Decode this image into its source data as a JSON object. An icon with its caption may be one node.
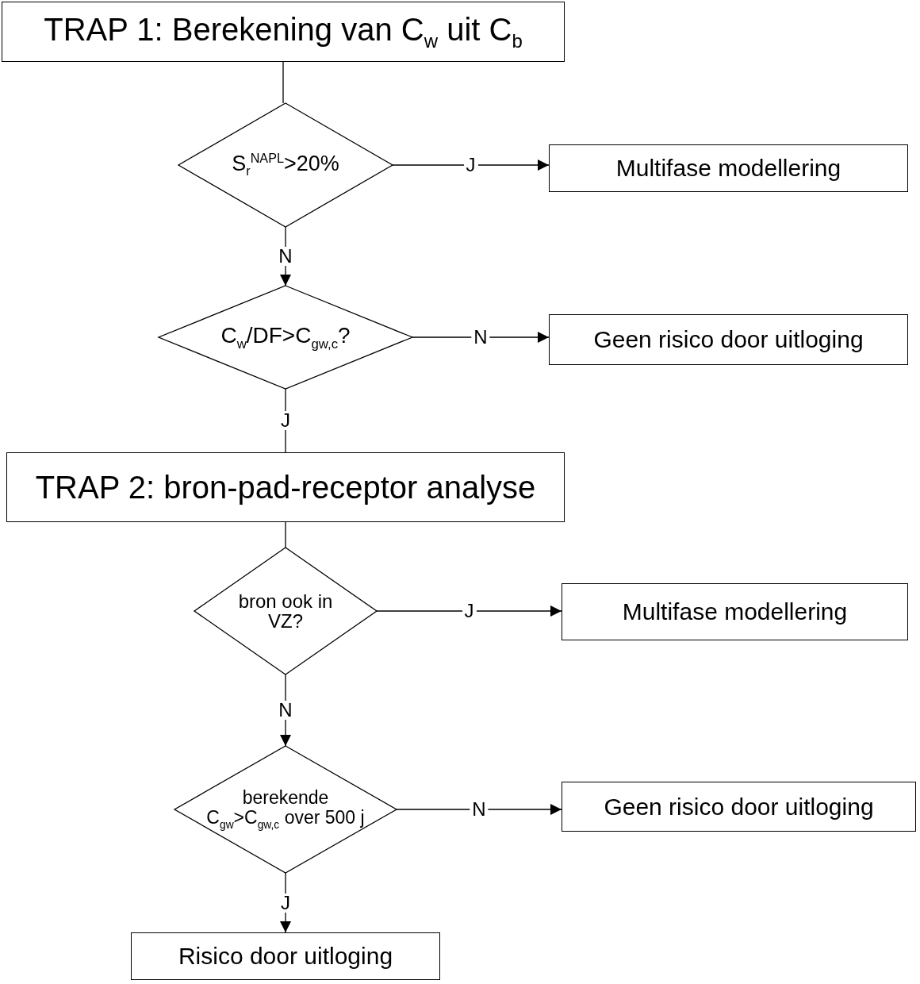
{
  "diagram": {
    "nodes": [
      {
        "text": [
          "TRAP 1: Berekening van C$_{w}$ uit C$_{b}$"
        ]
      },
      {
        "text": [
          "S$_{r}$$^{NAPL}$>20%"
        ]
      },
      {
        "text": [
          "Multifase modellering"
        ]
      },
      {
        "text": [
          "C$_{w}$/DF>C$_{gw,c}$?"
        ]
      },
      {
        "text": [
          "Geen risico door uitloging"
        ]
      },
      {
        "text": [
          "TRAP 2: bron-pad-receptor analyse"
        ]
      },
      {
        "text": [
          "bron ook in VZ?"
        ]
      },
      {
        "text": [
          "Multifase modellering"
        ]
      },
      {
        "text": [
          "berekende C$_{gw}$>C$_{gw,c}$ over 500 j"
        ]
      },
      {
        "text": [
          "Geen risico door uitloging"
        ]
      },
      {
        "text": [
          "Risico door uitloging"
        ]
      }
    ],
    "edges": [
      {
        "from": 0,
        "to": 1,
        "arrow": "none"
      },
      {
        "from": 1,
        "to": 2,
        "arrow": "to",
        "label": "J"
      },
      {
        "from": 1,
        "to": 3,
        "arrow": "to",
        "label": "N"
      },
      {
        "from": 3,
        "to": 4,
        "arrow": "to",
        "label": "N"
      },
      {
        "from": 3,
        "to": 5,
        "arrow": "none",
        "label": "J"
      },
      {
        "from": 5,
        "to": 6,
        "arrow": "none"
      },
      {
        "from": 6,
        "to": 7,
        "arrow": "to",
        "label": "J"
      },
      {
        "from": 6,
        "to": 8,
        "arrow": "to",
        "label": "N"
      },
      {
        "from": 8,
        "to": 9,
        "arrow": "to",
        "label": "N"
      },
      {
        "from": 8,
        "to": 10,
        "arrow": "to",
        "label": "J"
      }
    ]
  }
}
